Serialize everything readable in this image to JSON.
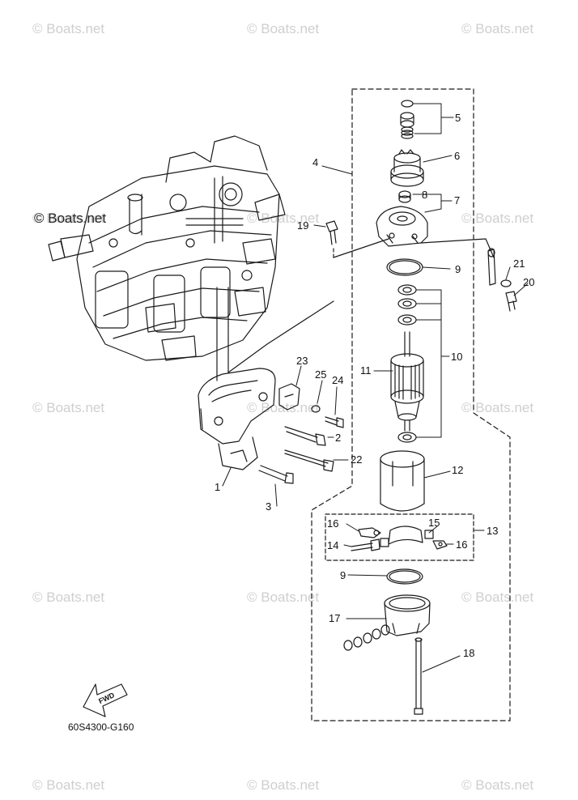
{
  "watermarks": {
    "row1": [
      "© Boats.net",
      "© Boats.net",
      "© Boats.net"
    ],
    "row2": [
      "© Boats.net",
      "© Boats.net",
      "© Boats.net"
    ],
    "row3": [
      "© Boats.net",
      "© Boats.net",
      "© Boats.net"
    ],
    "row4": [
      "© Boats.net",
      "© Boats.net",
      "© Boats.net"
    ],
    "row5": [
      "© Boats.net",
      "© Boats.net",
      "© Boats.net"
    ],
    "highlight": "© Boats.net"
  },
  "part_numbers": {
    "p1": "1",
    "p2": "2",
    "p3": "3",
    "p4": "4",
    "p5": "5",
    "p6": "6",
    "p7": "7",
    "p8": "8",
    "p9a": "9",
    "p9b": "9",
    "p10": "10",
    "p11": "11",
    "p12": "12",
    "p13": "13",
    "p14": "14",
    "p15": "15",
    "p16a": "16",
    "p16b": "16",
    "p17": "17",
    "p18": "18",
    "p19": "19",
    "p20": "20",
    "p21": "21",
    "p22": "22",
    "p23": "23",
    "p24": "24",
    "p25": "25"
  },
  "fwd_label": "FWD",
  "diagram_code": "60S4300-G160",
  "colors": {
    "line": "#1a1a1a",
    "watermark": "#cfcfcf",
    "background": "#ffffff"
  }
}
